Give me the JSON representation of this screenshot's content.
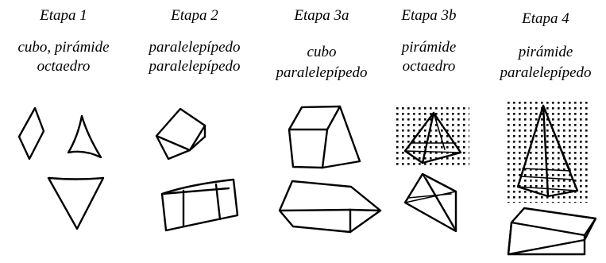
{
  "stages": [
    {
      "title": "Etapa 1",
      "line1": "cubo, pirámide",
      "line2": "octaedro"
    },
    {
      "title": "Etapa 2",
      "line1": "paralelepípedo",
      "line2": "paralelepípedo"
    },
    {
      "title": "Etapa 3a",
      "line1": "cubo",
      "line2": "paralelepípedo"
    },
    {
      "title": "Etapa 3b",
      "line1": "pirámide",
      "line2": "octaedro"
    },
    {
      "title": "Etapa 4",
      "line1": "pirámide",
      "line2": "paralelepípedo"
    }
  ]
}
